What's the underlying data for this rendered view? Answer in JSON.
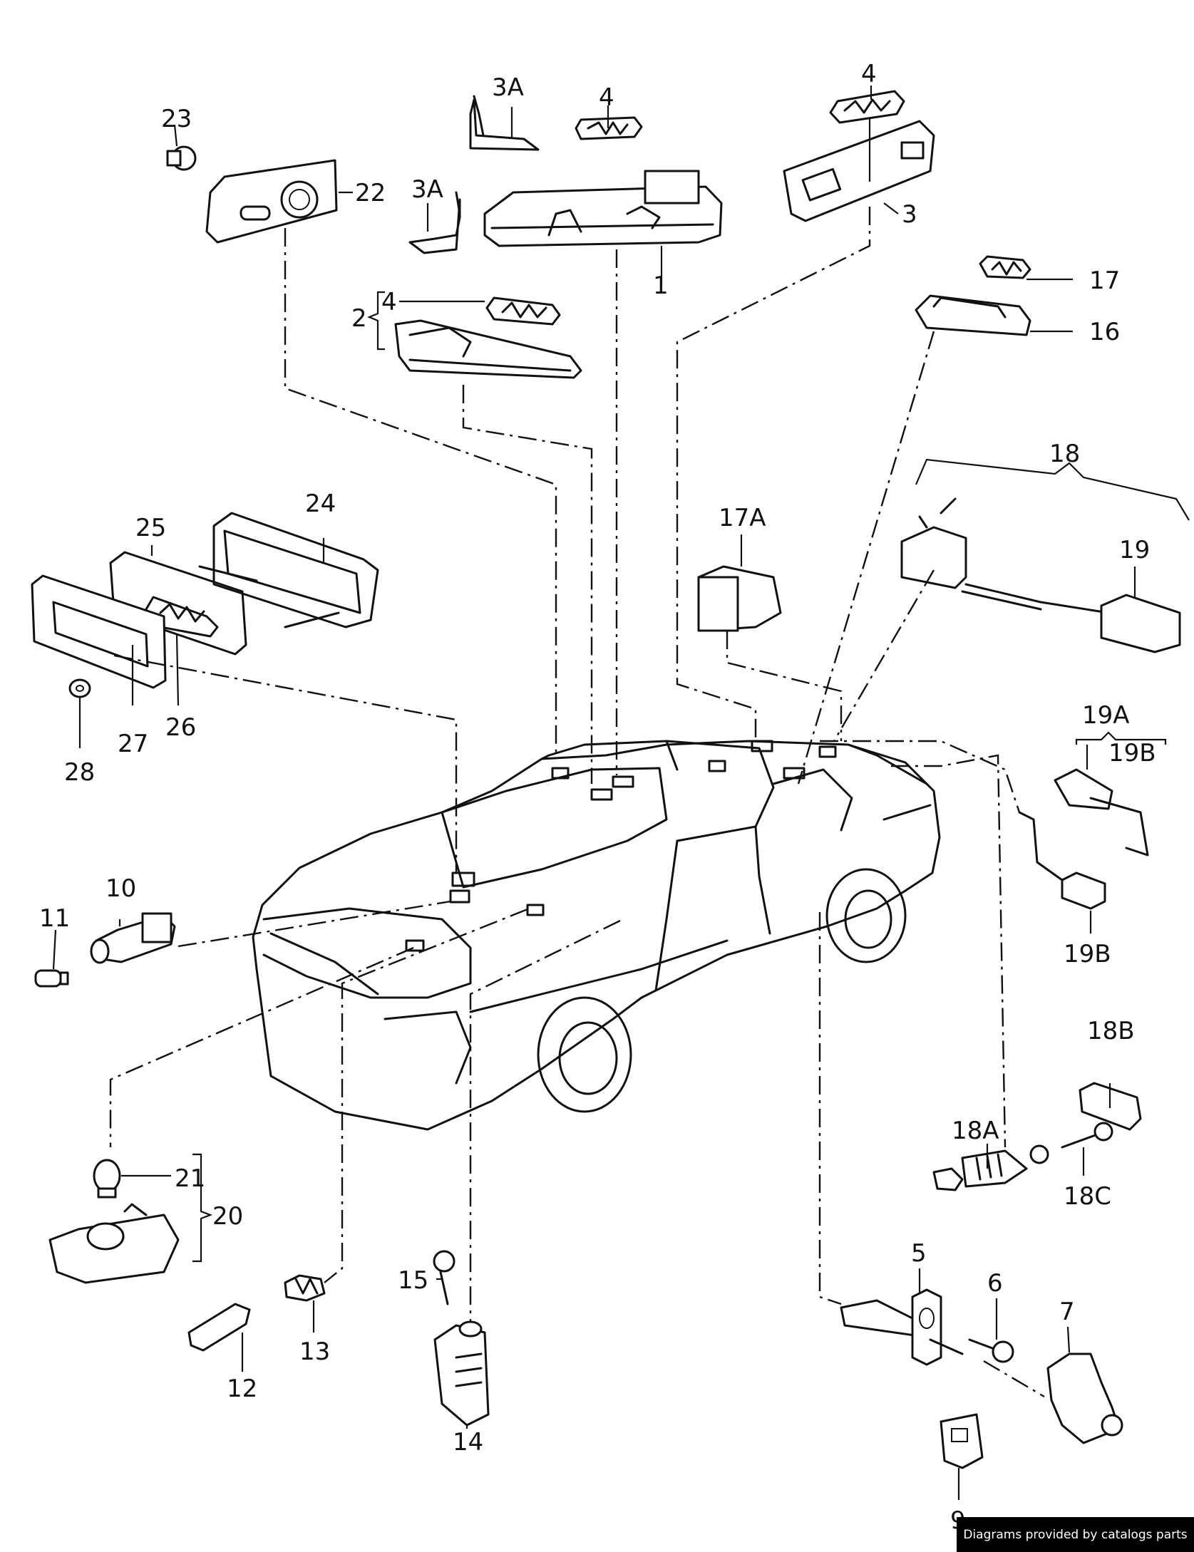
{
  "labels": {
    "p1": "1",
    "p2": "2",
    "p3": "3",
    "p3a_1": "3A",
    "p3a_2": "3A",
    "p4_1": "4",
    "p4_2": "4",
    "p4_3": "4",
    "p5": "5",
    "p6": "6",
    "p7": "7",
    "p9": "9",
    "p10": "10",
    "p11": "11",
    "p12": "12",
    "p13": "13",
    "p14": "14",
    "p15": "15",
    "p16": "16",
    "p17": "17",
    "p17a": "17A",
    "p18": "18",
    "p18a": "18A",
    "p18b": "18B",
    "p18c": "18C",
    "p19": "19",
    "p19a": "19A",
    "p19b_1": "19B",
    "p19b_2": "19B",
    "p20": "20",
    "p21": "21",
    "p22": "22",
    "p23": "23",
    "p24": "24",
    "p25": "25",
    "p26": "26",
    "p27": "27",
    "p28": "28"
  },
  "footer": {
    "credit": "Diagrams provided by catalogs parts"
  }
}
